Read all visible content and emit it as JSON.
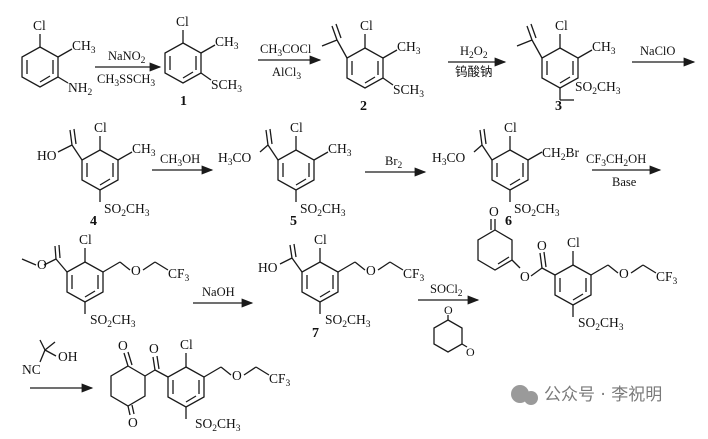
{
  "compounds": {
    "start": {
      "cl": "Cl",
      "me": "CH3",
      "nh2": "NH2"
    },
    "c1": {
      "num": "1",
      "cl": "Cl",
      "me": "CH3",
      "sme": "SCH3"
    },
    "c2": {
      "num": "2",
      "cl": "Cl",
      "me": "CH3",
      "sme": "SCH3"
    },
    "c3": {
      "num": "3",
      "cl": "Cl",
      "me": "CH3",
      "so2me": "SO2CH3"
    },
    "c4": {
      "num": "4",
      "ho": "HO",
      "cl": "Cl",
      "me": "CH3",
      "so2me": "SO2CH3"
    },
    "c5": {
      "num": "5",
      "h3co": "H3CO",
      "cl": "Cl",
      "me": "CH3",
      "so2me": "SO2CH3"
    },
    "c6": {
      "num": "6",
      "h3co": "H3CO",
      "cl": "Cl",
      "ch2br": "CH2Br",
      "so2me": "SO2CH3"
    },
    "ester": {
      "cl": "Cl",
      "cf3": "CF3",
      "so2me": "SO2CH3"
    },
    "c7": {
      "num": "7",
      "ho": "HO",
      "cl": "Cl",
      "cf3": "CF3",
      "so2me": "SO2CH3"
    },
    "enolester": {
      "cl": "Cl",
      "cf3": "CF3",
      "so2me": "SO2CH3"
    },
    "product": {
      "cl": "Cl",
      "cf3": "CF3",
      "so2me": "SO2CH3"
    },
    "cyanohydrin": {
      "nc": "NC",
      "oh": "OH"
    }
  },
  "reagents": {
    "r1a": "NaNO2",
    "r1b": "CH3SSCH3",
    "r2a": "CH3COCl",
    "r2b": "AlCl3",
    "r3a": "H2O2",
    "r3b": "钨酸钠",
    "r4": "NaClO",
    "r5": "CH3OH",
    "r6": "Br2",
    "r7a": "CF3CH2OH",
    "r7b": "Base",
    "r8": "NaOH",
    "r9": "SOCl2"
  },
  "watermark": {
    "text": "公众号 · 李祝明"
  },
  "colors": {
    "ink": "#1a1a1a",
    "watermark": "#7a7a7a"
  }
}
